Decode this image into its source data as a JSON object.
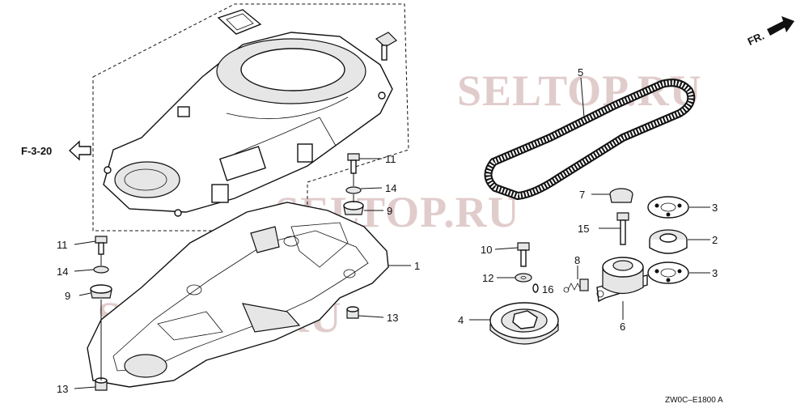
{
  "diagram": {
    "ref_label": "F-3-20",
    "fr_label": "FR.",
    "watermark": "SELTOP.RU",
    "footer_code": "ZW0C–E1800 A",
    "callouts": [
      {
        "id": "c1",
        "label": "1"
      },
      {
        "id": "c2",
        "label": "2"
      },
      {
        "id": "c3a",
        "label": "3"
      },
      {
        "id": "c3b",
        "label": "3"
      },
      {
        "id": "c4",
        "label": "4"
      },
      {
        "id": "c5",
        "label": "5"
      },
      {
        "id": "c6",
        "label": "6"
      },
      {
        "id": "c7",
        "label": "7"
      },
      {
        "id": "c8",
        "label": "8"
      },
      {
        "id": "c9a",
        "label": "9"
      },
      {
        "id": "c9b",
        "label": "9"
      },
      {
        "id": "c10",
        "label": "10"
      },
      {
        "id": "c11a",
        "label": "11"
      },
      {
        "id": "c11b",
        "label": "11"
      },
      {
        "id": "c12",
        "label": "12"
      },
      {
        "id": "c13a",
        "label": "13"
      },
      {
        "id": "c13b",
        "label": "13"
      },
      {
        "id": "c14a",
        "label": "14"
      },
      {
        "id": "c14b",
        "label": "14"
      },
      {
        "id": "c15",
        "label": "15"
      },
      {
        "id": "c16",
        "label": "16"
      }
    ]
  }
}
